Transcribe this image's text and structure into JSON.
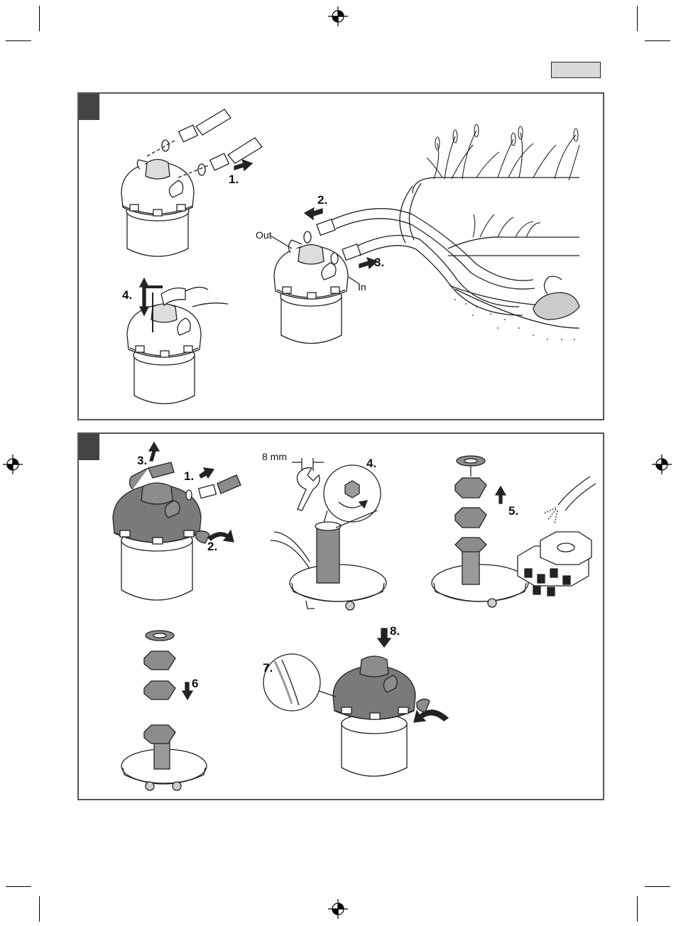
{
  "page": {
    "language_tab_text": ""
  },
  "panel_1": {
    "steps": [
      "1.",
      "2.",
      "3.",
      "4."
    ],
    "labels": {
      "out": "Out",
      "in": "In"
    }
  },
  "panel_2": {
    "steps": [
      "1.",
      "2.",
      "3.",
      "4.",
      "5.",
      "6",
      "7.",
      "8."
    ],
    "dimension_label": "8 mm"
  },
  "colors": {
    "frame": "#555555",
    "tab": "#444444",
    "lid_dark": "#7a7a7a",
    "part_gray": "#9a9a9a",
    "line": "#222222"
  }
}
